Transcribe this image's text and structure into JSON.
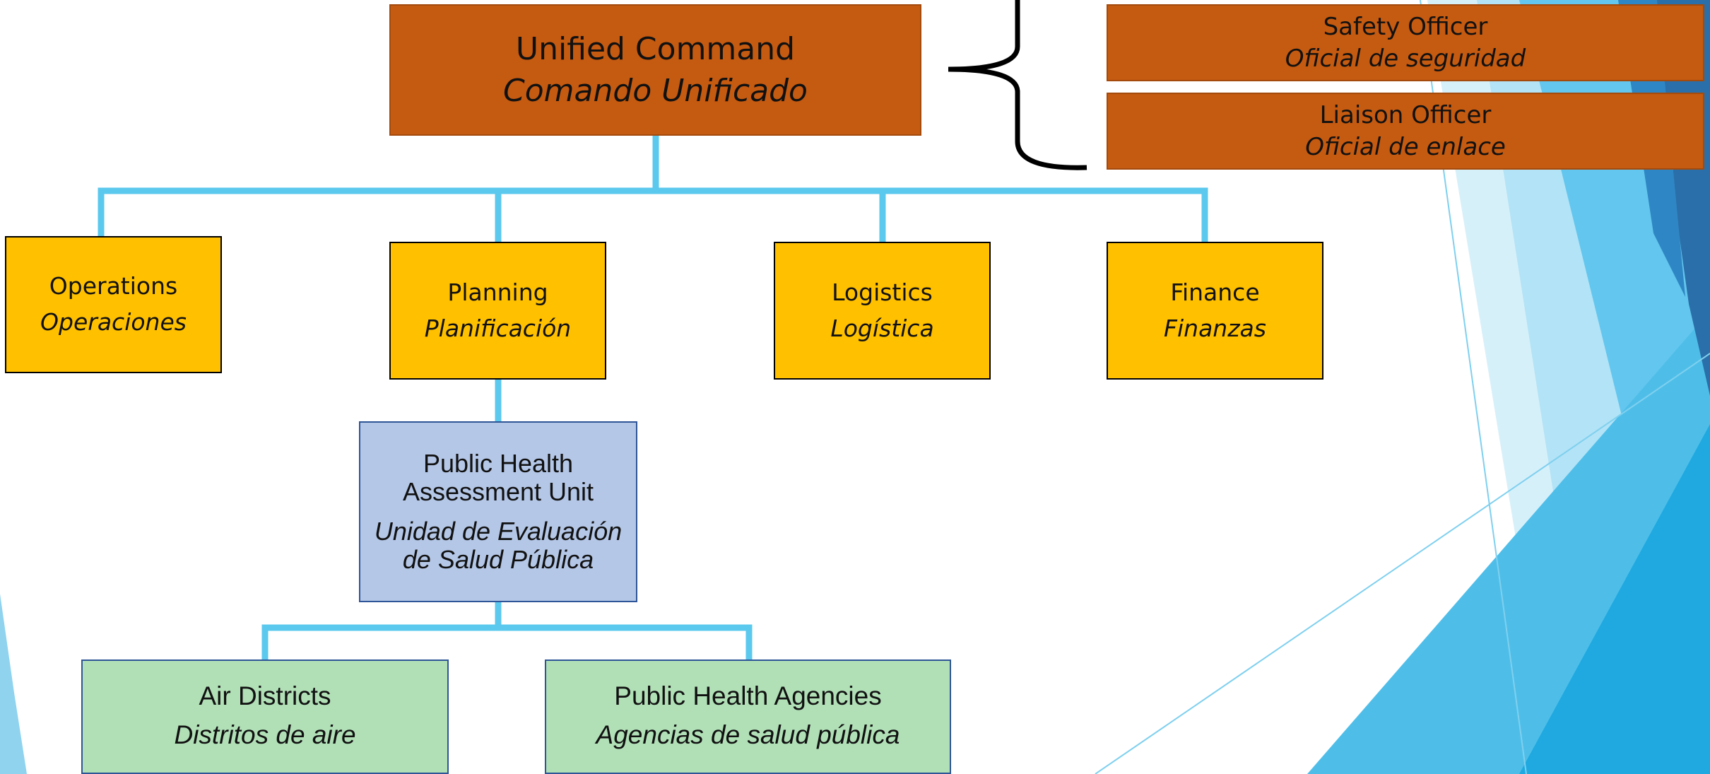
{
  "diagram": {
    "colors": {
      "command_fill": "#c55a11",
      "section_fill": "#ffc000",
      "unit_fill": "#b4c7e7",
      "subunit_fill": "#b1e0b7",
      "connector": "#5bc8ee",
      "bracket": "#000000"
    },
    "unified_command": {
      "en": "Unified Command",
      "es": "Comando Unificado"
    },
    "command_staff": {
      "safety_officer": {
        "en": "Safety Officer",
        "es": "Oficial de seguridad"
      },
      "liaison_officer": {
        "en": "Liaison Officer",
        "es": "Oficial de enlace"
      }
    },
    "sections": {
      "operations": {
        "en": "Operations",
        "es": "Operaciones"
      },
      "planning": {
        "en": "Planning",
        "es": "Planificación"
      },
      "logistics": {
        "en": "Logistics",
        "es": "Logística"
      },
      "finance": {
        "en": "Finance",
        "es": "Finanzas"
      }
    },
    "planning_unit": {
      "en": "Public Health Assessment Unit",
      "es": "Unidad de Evaluación de Salud Pública"
    },
    "planning_subunits": {
      "air_districts": {
        "en": "Air Districts",
        "es": "Distritos de aire"
      },
      "public_health_agencies": {
        "en": "Public Health Agencies",
        "es": "Agencias de salud pública"
      }
    }
  }
}
